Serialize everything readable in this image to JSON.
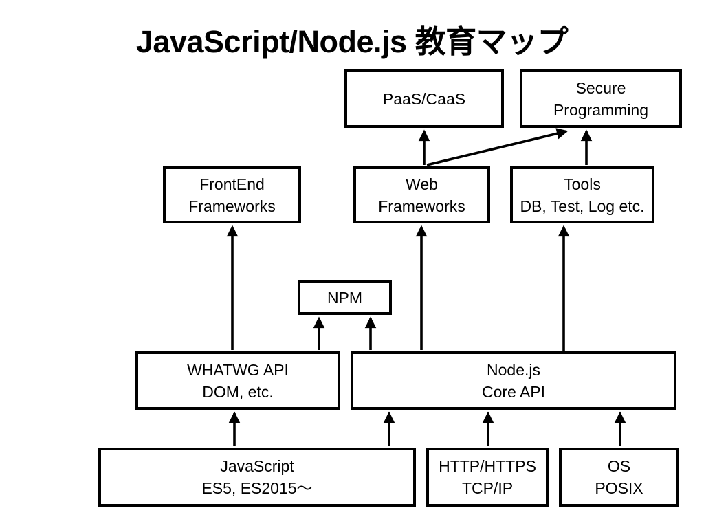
{
  "title": "JavaScript/Node.js 教育マップ",
  "colors": {
    "ink": "#000000",
    "background": "#ffffff"
  },
  "nodes": {
    "paas": {
      "lines": [
        "PaaS/CaaS"
      ]
    },
    "secure": {
      "lines": [
        "Secure",
        "Programming"
      ]
    },
    "frontend": {
      "lines": [
        "FrontEnd",
        "Frameworks"
      ]
    },
    "web": {
      "lines": [
        "Web",
        "Frameworks"
      ]
    },
    "tools": {
      "lines": [
        "Tools",
        "DB, Test, Log etc."
      ]
    },
    "npm": {
      "lines": [
        "NPM"
      ]
    },
    "whatwg": {
      "lines": [
        "WHATWG API",
        "DOM, etc."
      ]
    },
    "nodejs": {
      "lines": [
        "Node.js",
        "Core API"
      ]
    },
    "javascript": {
      "lines": [
        "JavaScript",
        "ES5, ES2015〜"
      ]
    },
    "http": {
      "lines": [
        "HTTP/HTTPS",
        "TCP/IP"
      ]
    },
    "os": {
      "lines": [
        "OS",
        "POSIX"
      ]
    }
  },
  "edges": [
    {
      "from": "javascript",
      "to": "whatwg"
    },
    {
      "from": "javascript",
      "to": "nodejs"
    },
    {
      "from": "http",
      "to": "nodejs"
    },
    {
      "from": "os",
      "to": "nodejs"
    },
    {
      "from": "whatwg",
      "to": "npm"
    },
    {
      "from": "nodejs",
      "to": "npm"
    },
    {
      "from": "whatwg",
      "to": "frontend"
    },
    {
      "from": "nodejs",
      "to": "web"
    },
    {
      "from": "nodejs",
      "to": "tools"
    },
    {
      "from": "web",
      "to": "paas"
    },
    {
      "from": "web",
      "to": "secure"
    },
    {
      "from": "tools",
      "to": "secure"
    }
  ]
}
